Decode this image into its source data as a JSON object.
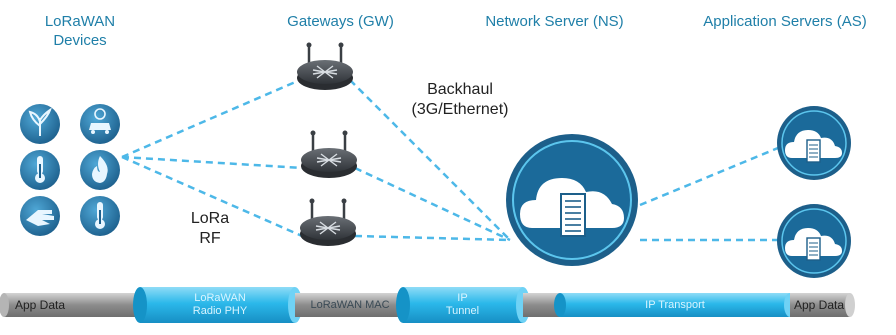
{
  "headers": {
    "devices": "LoRaWAN\nDevices",
    "devices_line1": "LoRaWAN",
    "devices_line2": "Devices",
    "gateways": "Gateways (GW)",
    "network_server": "Network Server (NS)",
    "app_servers": "Application Servers (AS)"
  },
  "labels": {
    "backhaul_line1": "Backhaul",
    "backhaul_line2": "(3G/Ethernet)",
    "lora_line1": "LoRa",
    "lora_line2": "RF"
  },
  "protocol_stack": {
    "left_end": "App Data",
    "radio_phy_line1": "LoRaWAN",
    "radio_phy_line2": "Radio PHY",
    "mac": "LoRaWAN MAC",
    "ip_tunnel_line1": "IP",
    "ip_tunnel_line2": "Tunnel",
    "ip_transport": "IP Transport",
    "right_end": "App Data"
  },
  "devices": [
    {
      "icon": "plant-icon"
    },
    {
      "icon": "parking-car-icon"
    },
    {
      "icon": "thermometer-icon"
    },
    {
      "icon": "fire-icon"
    },
    {
      "icon": "hand-icon"
    },
    {
      "icon": "thermometer-icon"
    }
  ],
  "colors": {
    "header_blue": "#1f7fa8",
    "cyan": "#29b6e6",
    "dark_blue": "#1d5f8a",
    "dashed_link": "#4db8e8",
    "gray_tube": "#8a8a8a"
  }
}
